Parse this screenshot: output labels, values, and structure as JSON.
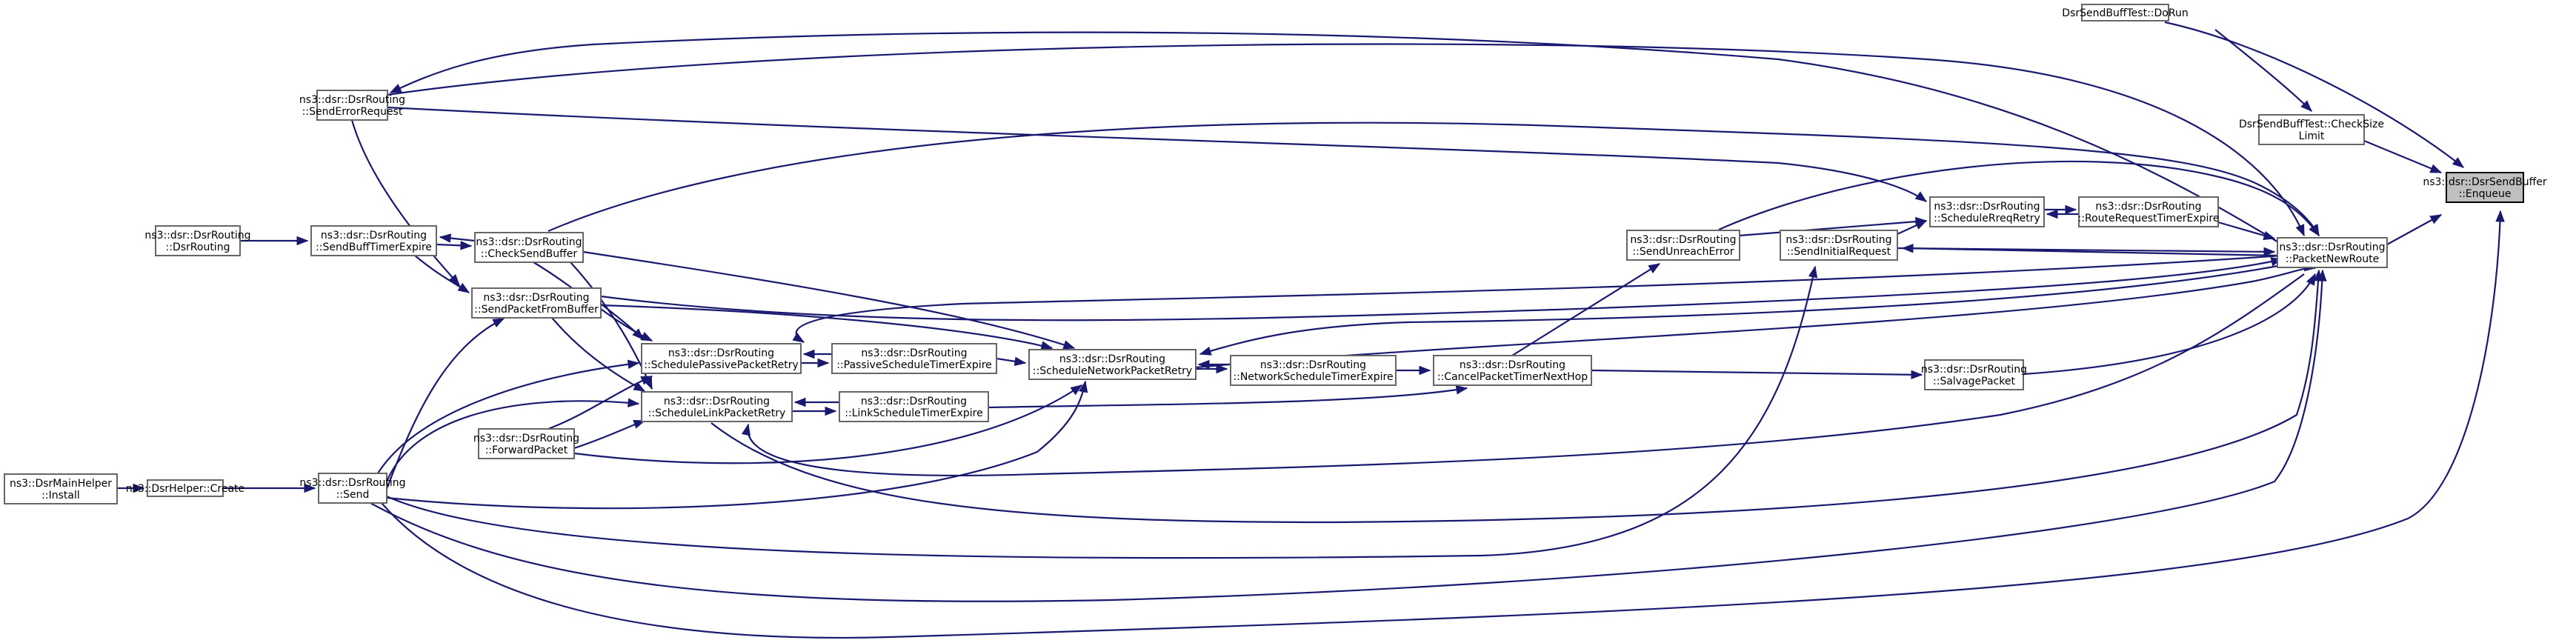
{
  "graph": {
    "type": "call-graph",
    "direction": "right-to-left",
    "edge_color": "#191970",
    "focus_fill": "#bfbfbf",
    "nodes": [
      {
        "id": "enqueue",
        "lines": [
          "ns3::dsr::DsrSendBuffer",
          "::Enqueue"
        ],
        "focus": true
      },
      {
        "id": "dorun",
        "lines": [
          "DsrSendBuffTest::DoRun"
        ]
      },
      {
        "id": "checksize",
        "lines": [
          "DsrSendBuffTest::CheckSize",
          "Limit"
        ]
      },
      {
        "id": "pnr",
        "lines": [
          "ns3::dsr::DsrRouting",
          "::PacketNewRoute"
        ]
      },
      {
        "id": "rrte",
        "lines": [
          "ns3::dsr::DsrRouting",
          "::RouteRequestTimerExpire"
        ]
      },
      {
        "id": "srr",
        "lines": [
          "ns3::dsr::DsrRouting",
          "::ScheduleRreqRetry"
        ]
      },
      {
        "id": "sir",
        "lines": [
          "ns3::dsr::DsrRouting",
          "::SendInitialRequest"
        ]
      },
      {
        "id": "sue",
        "lines": [
          "ns3::dsr::DsrRouting",
          "::SendUnreachError"
        ]
      },
      {
        "id": "salv",
        "lines": [
          "ns3::dsr::DsrRouting",
          "::SalvagePacket"
        ]
      },
      {
        "id": "cptnh",
        "lines": [
          "ns3::dsr::DsrRouting",
          "::CancelPacketTimerNextHop"
        ]
      },
      {
        "id": "nste",
        "lines": [
          "ns3::dsr::DsrRouting",
          "::NetworkScheduleTimerExpire"
        ]
      },
      {
        "id": "snpr",
        "lines": [
          "ns3::dsr::DsrRouting",
          "::ScheduleNetworkPacketRetry"
        ]
      },
      {
        "id": "pste",
        "lines": [
          "ns3::dsr::DsrRouting",
          "::PassiveScheduleTimerExpire"
        ]
      },
      {
        "id": "lste",
        "lines": [
          "ns3::dsr::DsrRouting",
          "::LinkScheduleTimerExpire"
        ]
      },
      {
        "id": "sppr",
        "lines": [
          "ns3::dsr::DsrRouting",
          "::SchedulePassivePacketRetry"
        ]
      },
      {
        "id": "slpr",
        "lines": [
          "ns3::dsr::DsrRouting",
          "::ScheduleLinkPacketRetry"
        ]
      },
      {
        "id": "ser",
        "lines": [
          "ns3::dsr::DsrRouting",
          "::SendErrorRequest"
        ]
      },
      {
        "id": "csb",
        "lines": [
          "ns3::dsr::DsrRouting",
          "::CheckSendBuffer"
        ]
      },
      {
        "id": "spfb",
        "lines": [
          "ns3::dsr::DsrRouting",
          "::SendPacketFromBuffer"
        ]
      },
      {
        "id": "fwd",
        "lines": [
          "ns3::dsr::DsrRouting",
          "::ForwardPacket"
        ]
      },
      {
        "id": "send",
        "lines": [
          "ns3::dsr::DsrRouting",
          "::Send"
        ]
      },
      {
        "id": "sbte",
        "lines": [
          "ns3::dsr::DsrRouting",
          "::SendBuffTimerExpire"
        ]
      },
      {
        "id": "dsrr",
        "lines": [
          "ns3::dsr::DsrRouting",
          "::DsrRouting"
        ]
      },
      {
        "id": "create",
        "lines": [
          "ns3::DsrHelper::Create"
        ]
      },
      {
        "id": "install",
        "lines": [
          "ns3::DsrMainHelper",
          "::Install"
        ]
      }
    ],
    "edges": [
      [
        "dorun",
        "enqueue"
      ],
      [
        "dorun",
        "checksize"
      ],
      [
        "checksize",
        "enqueue"
      ],
      [
        "pnr",
        "enqueue"
      ],
      [
        "send",
        "enqueue"
      ],
      [
        "rrte",
        "pnr"
      ],
      [
        "salv",
        "pnr"
      ],
      [
        "sue",
        "pnr"
      ],
      [
        "ser",
        "pnr"
      ],
      [
        "csb",
        "pnr"
      ],
      [
        "spfb",
        "pnr"
      ],
      [
        "snpr",
        "pnr"
      ],
      [
        "slpr",
        "pnr"
      ],
      [
        "send",
        "pnr"
      ],
      [
        "sir",
        "pnr"
      ],
      [
        "pnr",
        "sir"
      ],
      [
        "srr",
        "rrte"
      ],
      [
        "rrte",
        "srr"
      ],
      [
        "sir",
        "srr"
      ],
      [
        "sue",
        "srr"
      ],
      [
        "ser",
        "srr"
      ],
      [
        "cptnh",
        "sue"
      ],
      [
        "cptnh",
        "salv"
      ],
      [
        "nste",
        "cptnh"
      ],
      [
        "lste",
        "cptnh"
      ],
      [
        "snpr",
        "nste"
      ],
      [
        "nste",
        "snpr"
      ],
      [
        "pnr",
        "snpr"
      ],
      [
        "pste",
        "snpr"
      ],
      [
        "csb",
        "snpr"
      ],
      [
        "spfb",
        "snpr"
      ],
      [
        "fwd",
        "snpr"
      ],
      [
        "send",
        "snpr"
      ],
      [
        "sppr",
        "pste"
      ],
      [
        "pste",
        "sppr"
      ],
      [
        "slpr",
        "lste"
      ],
      [
        "lste",
        "slpr"
      ],
      [
        "pnr",
        "sppr"
      ],
      [
        "csb",
        "sppr"
      ],
      [
        "spfb",
        "sppr"
      ],
      [
        "fwd",
        "sppr"
      ],
      [
        "send",
        "sppr"
      ],
      [
        "pnr",
        "slpr"
      ],
      [
        "csb",
        "slpr"
      ],
      [
        "spfb",
        "slpr"
      ],
      [
        "fwd",
        "slpr"
      ],
      [
        "send",
        "slpr"
      ],
      [
        "pnr",
        "ser"
      ],
      [
        "csb",
        "sbte"
      ],
      [
        "sbte",
        "csb"
      ],
      [
        "dsrr",
        "sbte"
      ],
      [
        "sbte",
        "spfb"
      ],
      [
        "ser",
        "spfb"
      ],
      [
        "send",
        "spfb"
      ],
      [
        "send",
        "sir"
      ],
      [
        "create",
        "send"
      ],
      [
        "install",
        "create"
      ]
    ]
  }
}
